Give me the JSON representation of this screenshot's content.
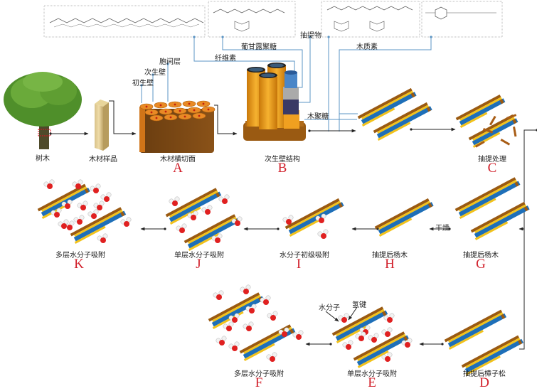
{
  "title": "木材细胞壁结构与水分子吸附示意图",
  "colors": {
    "connector_line": "#5b94c4",
    "arrow": "#222222",
    "letter": "#d1202b",
    "cellulose_blue": "#1e6fb8",
    "hemicellulose_yellow": "#f2c21b",
    "lignin_brown": "#9a5a12",
    "cell_orange": "#f0a020",
    "water_oxygen": "#e02020",
    "water_hydrogen": "#eeeeee"
  },
  "chem_structures": [
    {
      "id": "cellulose-structure",
      "component": "纤维素"
    },
    {
      "id": "glucomannan-structure",
      "component": "葡甘露聚糖"
    },
    {
      "id": "xylan-structure",
      "component": "木聚糖"
    },
    {
      "id": "lignin-structure",
      "component": "木质素"
    }
  ],
  "components": {
    "cellulose": "纤维素",
    "glucomannan": "葡甘露聚糖",
    "extractives": "抽提物",
    "xylan": "木聚糖",
    "lignin": "木质素"
  },
  "cell_wall_layers": {
    "primary_wall": "初生壁",
    "secondary_wall": "次生壁",
    "middle_lamella": "胞间层"
  },
  "stages": [
    {
      "id": "tree",
      "label": "树木",
      "letter": ""
    },
    {
      "id": "sample",
      "label": "木材样品",
      "letter": ""
    },
    {
      "id": "A",
      "label": "木材横切面",
      "letter": "A"
    },
    {
      "id": "B",
      "label": "次生壁结构",
      "letter": "B"
    },
    {
      "id": "C",
      "label": "抽提处理",
      "letter": "C"
    },
    {
      "id": "G",
      "label": "抽提后杨木",
      "letter": "G"
    },
    {
      "id": "H",
      "label": "抽提后杨木",
      "letter": "H"
    },
    {
      "id": "I",
      "label": "水分子初级吸附",
      "letter": "I"
    },
    {
      "id": "J",
      "label": "单层水分子吸附",
      "letter": "J"
    },
    {
      "id": "K",
      "label": "多层水分子吸附",
      "letter": "K"
    },
    {
      "id": "D",
      "label": "抽提后樟子松",
      "letter": "D"
    },
    {
      "id": "E",
      "label": "单层水分子吸附",
      "letter": "E"
    },
    {
      "id": "F",
      "label": "多层水分子吸附",
      "letter": "F"
    }
  ],
  "annotations": {
    "drying": "干燥",
    "water_molecule": "水分子",
    "hydrogen_bond": "氢键"
  }
}
